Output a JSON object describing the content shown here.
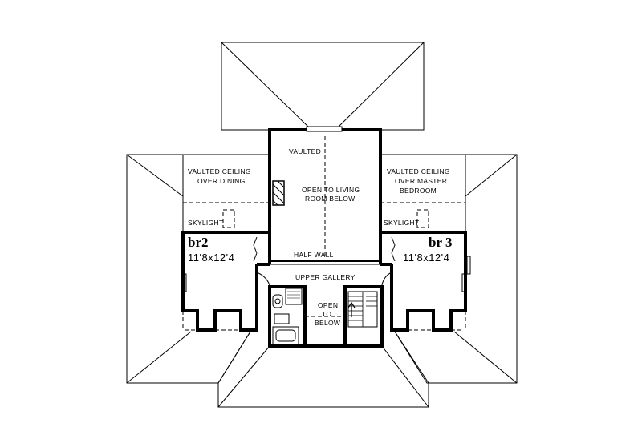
{
  "rooms": {
    "vaulted_ceiling_dining": [
      "VAULTED CEILING",
      "OVER DINING"
    ],
    "vaulted_ceiling_master": [
      "VAULTED CEILING",
      "OVER MASTER",
      "BEDROOM"
    ],
    "vaulted_center": "VAULTED",
    "open_living": [
      "OPEN TO LIVING",
      "ROOM BELOW"
    ],
    "skylight_left": "SKYLIGHT",
    "skylight_right": "SKYLIGHT",
    "half_wall": "HALF WALL",
    "upper_gallery": "UPPER GALLERY",
    "open_below": [
      "OPEN",
      "TO",
      "BELOW"
    ],
    "br2": {
      "name": "br2",
      "size": "11'8x12'4"
    },
    "br3": {
      "name": "br 3",
      "size": "11'8x12'4"
    }
  }
}
